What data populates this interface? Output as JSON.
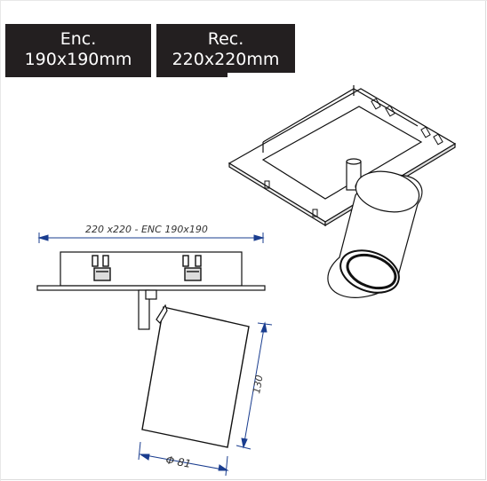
{
  "badges": {
    "enc": {
      "line1": "Enc.",
      "line2": "190x190mm"
    },
    "rec": {
      "line1": "Rec.",
      "line2": "220x220mm"
    }
  },
  "dimensions": {
    "width": "220  x220 - ENC 190x190",
    "height": "130",
    "diameter": "Φ 81"
  },
  "colors": {
    "badge_bg": "#231f20",
    "dimension_line": "#1a3d8f",
    "drawing": "#111111"
  }
}
